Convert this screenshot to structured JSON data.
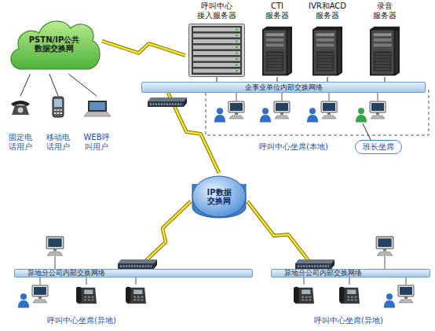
{
  "diagram": {
    "nodes": [
      {
        "text": [
          "PSTN/IP公共 数据交换网"
        ]
      },
      {
        "text": [
          "呼叫中心 接入服务器"
        ]
      },
      {
        "text": [
          "CTI 服务器"
        ]
      },
      {
        "text": [
          "IVR和ACD 服务器"
        ]
      },
      {
        "text": [
          "录音 服务器"
        ]
      },
      {
        "text": [
          "企事业单位内部交换网络"
        ]
      },
      {
        "text": [
          "固定电 话用户"
        ]
      },
      {
        "text": [
          "移动电 话用户"
        ]
      },
      {
        "text": [
          "WEB呼 叫用户"
        ]
      },
      {
        "text": [
          "班长坐席"
        ]
      },
      {
        "text": [
          "IP数据 交换网"
        ]
      },
      {
        "text": [
          "异地分公司内部交换网络"
        ]
      },
      {
        "text": [
          "异地分公司内部交换网络"
        ]
      }
    ],
    "edges": [
      {
        "from": 0,
        "to": 1,
        "arrow": "none"
      },
      {
        "from": 0,
        "to": 6,
        "arrow": "none"
      },
      {
        "from": 0,
        "to": 7,
        "arrow": "none"
      },
      {
        "from": 0,
        "to": 8,
        "arrow": "none"
      },
      {
        "from": 1,
        "to": 5,
        "arrow": "none"
      },
      {
        "from": 2,
        "to": 5,
        "arrow": "none"
      },
      {
        "from": 3,
        "to": 5,
        "arrow": "none"
      },
      {
        "from": 4,
        "to": 5,
        "arrow": "none"
      },
      {
        "from": 5,
        "to": 10,
        "arrow": "none"
      },
      {
        "from": 10,
        "to": 11,
        "arrow": "none"
      },
      {
        "from": 10,
        "to": 12,
        "arrow": "none"
      }
    ],
    "labels": [
      "呼叫中心坐席(本地)",
      "呼叫中心坐席(异地)",
      "呼叫中心坐席(异地)"
    ]
  }
}
